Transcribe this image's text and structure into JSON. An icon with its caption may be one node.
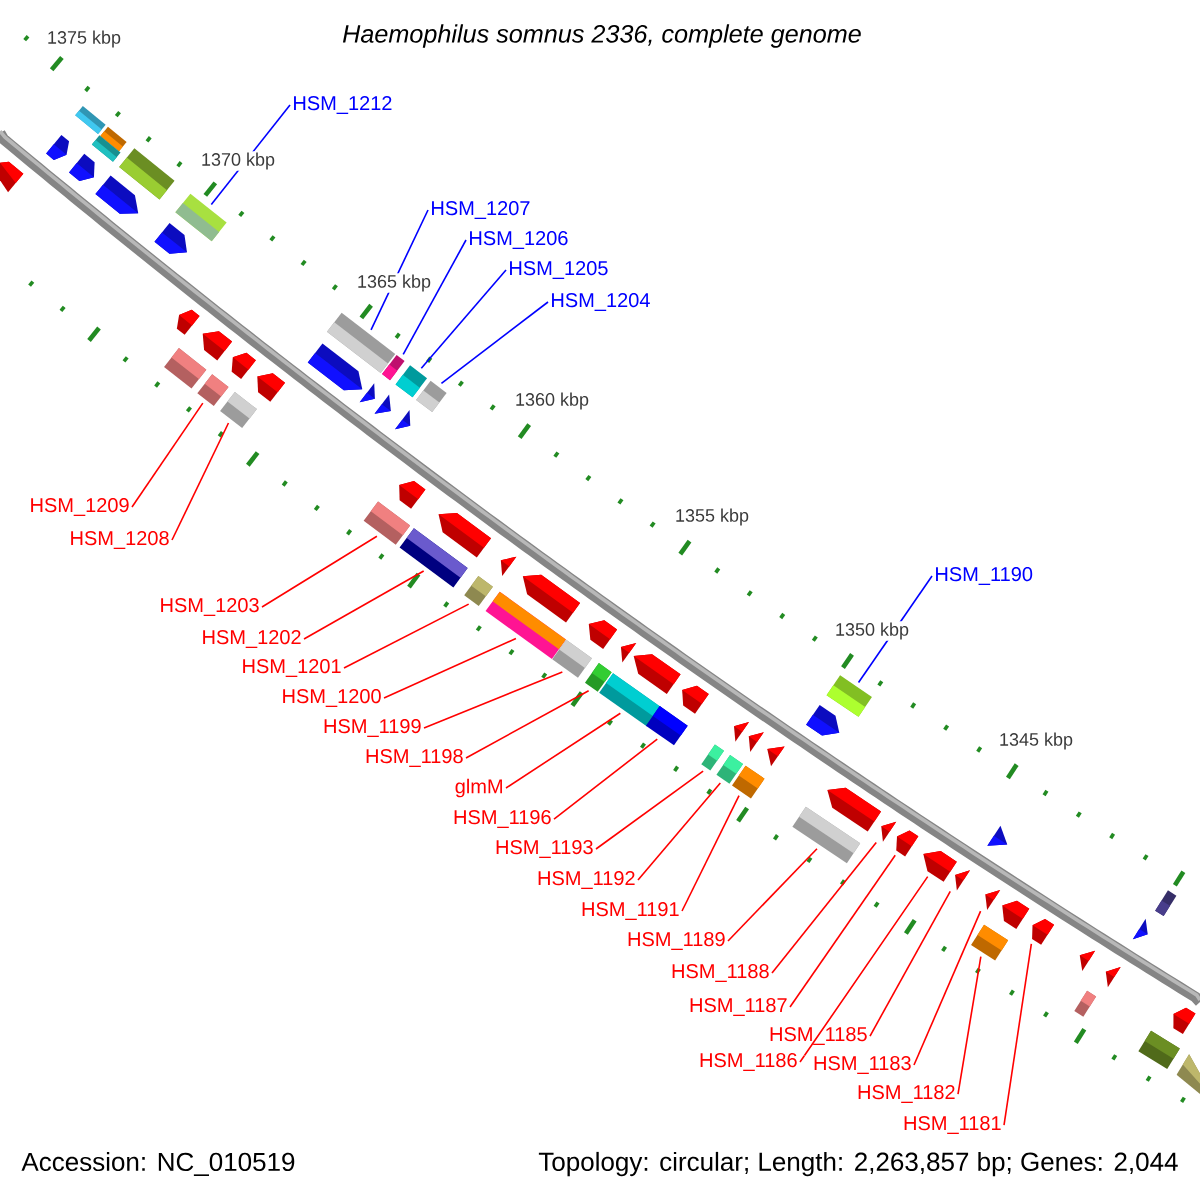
{
  "diagram": {
    "title": "Haemophilus somnus 2336, complete genome",
    "nodes": [
      {
        "text": [
          "HSM_1212"
        ]
      },
      {
        "text": [
          "HSM_1207"
        ]
      },
      {
        "text": [
          "HSM_1206"
        ]
      },
      {
        "text": [
          "HSM_1205"
        ]
      },
      {
        "text": [
          "HSM_1204"
        ]
      },
      {
        "text": [
          "HSM_1209"
        ]
      },
      {
        "text": [
          "HSM_1208"
        ]
      },
      {
        "text": [
          "HSM_1190"
        ]
      },
      {
        "text": [
          "HSM_1203"
        ]
      },
      {
        "text": [
          "HSM_1202"
        ]
      },
      {
        "text": [
          "HSM_1201"
        ]
      },
      {
        "text": [
          "HSM_1200"
        ]
      },
      {
        "text": [
          "HSM_1199"
        ]
      },
      {
        "text": [
          "HSM_1198"
        ]
      },
      {
        "text": [
          "glmM"
        ]
      },
      {
        "text": [
          "HSM_1196"
        ]
      },
      {
        "text": [
          "HSM_1193"
        ]
      },
      {
        "text": [
          "HSM_1192"
        ]
      },
      {
        "text": [
          "HSM_1191"
        ]
      },
      {
        "text": [
          "HSM_1189"
        ]
      },
      {
        "text": [
          "HSM_1188"
        ]
      },
      {
        "text": [
          "HSM_1187"
        ]
      },
      {
        "text": [
          "HSM_1185"
        ]
      },
      {
        "text": [
          "HSM_1186"
        ]
      },
      {
        "text": [
          "HSM_1183"
        ]
      },
      {
        "text": [
          "HSM_1182"
        ]
      },
      {
        "text": [
          "HSM_1181"
        ]
      },
      {
        "text": [],
        "shape": "pentagon"
      },
      {
        "text": [],
        "shape": "pentagon"
      },
      {
        "text": [],
        "shape": "box"
      },
      {
        "text": [],
        "shape": "pentagon"
      },
      {
        "text": [],
        "shape": "box"
      },
      {
        "text": [],
        "shape": "box"
      },
      {
        "text": [],
        "shape": "pentagon"
      },
      {
        "text": [],
        "shape": "box"
      },
      {
        "text": [],
        "shape": "pentagon"
      },
      {
        "text": [],
        "shape": "box"
      },
      {
        "text": [],
        "shape": "pentagon"
      },
      {
        "text": [],
        "shape": "box"
      },
      {
        "text": [],
        "shape": "pentagon"
      },
      {
        "text": [],
        "shape": "box"
      },
      {
        "text": [],
        "shape": "pentagon"
      },
      {
        "text": [],
        "shape": "box"
      },
      {
        "text": [],
        "shape": "pentagon"
      },
      {
        "text": [],
        "shape": "pentagon"
      },
      {
        "text": [],
        "shape": "box"
      },
      {
        "text": [],
        "shape": "pentagon"
      },
      {
        "text": [],
        "shape": "box"
      },
      {
        "text": [],
        "shape": "pentagon"
      },
      {
        "text": [],
        "shape": "box"
      },
      {
        "text": [],
        "shape": "pentagon"
      },
      {
        "text": [],
        "shape": "box"
      },
      {
        "text": [],
        "shape": "pentagon"
      },
      {
        "text": [],
        "shape": "box"
      },
      {
        "text": [],
        "shape": "box"
      },
      {
        "text": [],
        "shape": "pentagon"
      },
      {
        "text": [],
        "shape": "box"
      },
      {
        "text": [],
        "shape": "pentagon"
      },
      {
        "text": [],
        "shape": "pentagon"
      },
      {
        "text": [],
        "shape": "box"
      },
      {
        "text": [],
        "shape": "box"
      },
      {
        "text": [],
        "shape": "pentagon"
      },
      {
        "text": [],
        "shape": "box"
      },
      {
        "text": [],
        "shape": "pentagon"
      },
      {
        "text": [],
        "shape": "box"
      },
      {
        "text": [],
        "shape": "pentagon"
      },
      {
        "text": [],
        "shape": "box"
      },
      {
        "text": [],
        "shape": "pentagon"
      },
      {
        "text": [],
        "shape": "box"
      },
      {
        "text": [],
        "shape": "pentagon"
      },
      {
        "text": [],
        "shape": "box"
      },
      {
        "text": [],
        "shape": "pentagon"
      },
      {
        "text": [],
        "shape": "box"
      },
      {
        "text": [],
        "shape": "pentagon"
      },
      {
        "text": [],
        "shape": "pentagon"
      },
      {
        "text": [],
        "shape": "box"
      },
      {
        "text": [],
        "shape": "box"
      },
      {
        "text": [],
        "shape": "pentagon"
      },
      {
        "text": [],
        "shape": "pentagon"
      },
      {
        "text": [],
        "shape": "pentagon"
      },
      {
        "text": [],
        "shape": "pentagon"
      },
      {
        "text": [],
        "shape": "pentagon"
      },
      {
        "text": [],
        "shape": "pentagon"
      },
      {
        "text": [],
        "shape": "pentagon"
      },
      {
        "text": [],
        "shape": "box"
      },
      {
        "text": [],
        "shape": "pentagon"
      },
      {
        "text": [],
        "shape": "pentagon"
      },
      {
        "text": [],
        "shape": "pentagon"
      },
      {
        "text": [],
        "shape": "box"
      },
      {
        "text": [],
        "shape": "pentagon"
      },
      {
        "text": [],
        "shape": "pentagon"
      },
      {
        "text": [],
        "shape": "box"
      },
      {
        "text": [],
        "shape": "pentagon"
      },
      {
        "text": [],
        "shape": "box"
      },
      {
        "text": [],
        "shape": "box"
      }
    ],
    "edges": [
      {
        "from": 0,
        "to": 36,
        "arrow": "none",
        "color": "#0000ff"
      },
      {
        "from": 1,
        "to": 45,
        "arrow": "none",
        "color": "#0000ff"
      },
      {
        "from": 2,
        "to": 47,
        "arrow": "none",
        "color": "#0000ff"
      },
      {
        "from": 3,
        "to": 49,
        "arrow": "none",
        "color": "#0000ff"
      },
      {
        "from": 4,
        "to": 51,
        "arrow": "none",
        "color": "#0000ff"
      },
      {
        "from": 5,
        "to": 40,
        "arrow": "none"
      },
      {
        "from": 6,
        "to": 42,
        "arrow": "none"
      },
      {
        "from": 7,
        "to": 75,
        "arrow": "none",
        "color": "#0000ff"
      },
      {
        "from": 8,
        "to": 53,
        "arrow": "none"
      },
      {
        "from": 9,
        "to": 54,
        "arrow": "none"
      },
      {
        "from": 10,
        "to": 56,
        "arrow": "none"
      },
      {
        "from": 11,
        "to": 59,
        "arrow": "none"
      },
      {
        "from": 12,
        "to": 60,
        "arrow": "none"
      },
      {
        "from": 13,
        "to": 62,
        "arrow": "none"
      },
      {
        "from": 14,
        "to": 64,
        "arrow": "none"
      },
      {
        "from": 15,
        "to": 66,
        "arrow": "none"
      },
      {
        "from": 16,
        "to": 68,
        "arrow": "none"
      },
      {
        "from": 17,
        "to": 70,
        "arrow": "none"
      },
      {
        "from": 18,
        "to": 72,
        "arrow": "none"
      },
      {
        "from": 19,
        "to": 76,
        "arrow": "none"
      },
      {
        "from": 20,
        "to": 78,
        "arrow": "none"
      },
      {
        "from": 21,
        "to": 79,
        "arrow": "none"
      },
      {
        "from": 22,
        "to": 81,
        "arrow": "none"
      },
      {
        "from": 23,
        "to": 80,
        "arrow": "none"
      },
      {
        "from": 24,
        "to": 83,
        "arrow": "none"
      },
      {
        "from": 25,
        "to": 84,
        "arrow": "none"
      },
      {
        "from": 26,
        "to": 86,
        "arrow": "none"
      }
    ],
    "labels": [
      "1375 kbp",
      "1370 kbp",
      "1365 kbp",
      "1360 kbp",
      "1355 kbp",
      "1350 kbp",
      "1345 kbp",
      "Accession: NC_010519",
      "Topology: circular; Length: 2,263,857 bp; Genes: 2,044"
    ]
  }
}
